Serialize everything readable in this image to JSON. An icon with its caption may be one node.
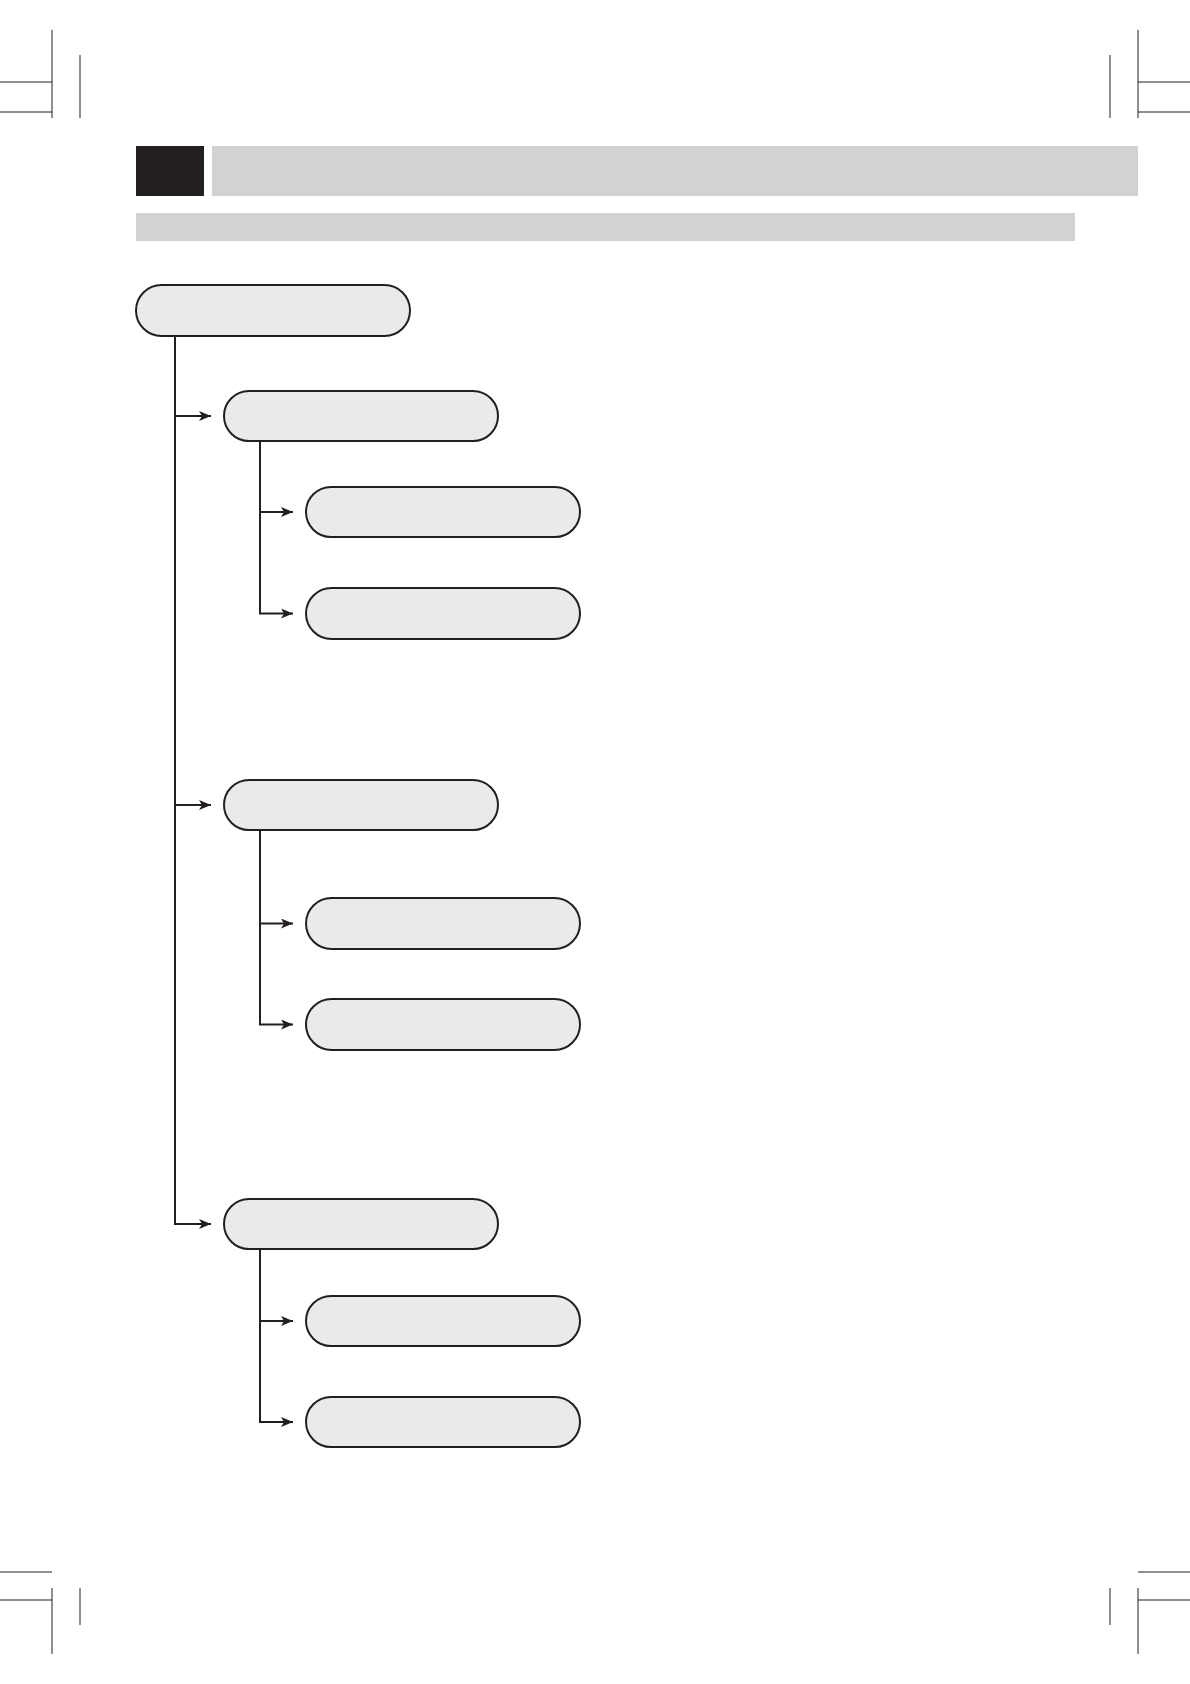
{
  "diagram": {
    "nodes": [
      {
        "text": [],
        "shape": "box"
      },
      {
        "text": [],
        "shape": "box"
      },
      {
        "text": [],
        "shape": "box"
      },
      {
        "text": [],
        "shape": "box"
      },
      {
        "text": [],
        "shape": "box"
      },
      {
        "text": [],
        "shape": "box"
      },
      {
        "text": [],
        "shape": "box"
      },
      {
        "text": [],
        "shape": "box"
      },
      {
        "text": [],
        "shape": "box"
      },
      {
        "text": [],
        "shape": "box"
      }
    ],
    "edges": [
      {
        "from": 0,
        "to": 1,
        "arrow": "to"
      },
      {
        "from": 1,
        "to": 2,
        "arrow": "to"
      },
      {
        "from": 1,
        "to": 3,
        "arrow": "to"
      },
      {
        "from": 0,
        "to": 4,
        "arrow": "to"
      },
      {
        "from": 4,
        "to": 5,
        "arrow": "to"
      },
      {
        "from": 4,
        "to": 6,
        "arrow": "to"
      },
      {
        "from": 0,
        "to": 7,
        "arrow": "to"
      },
      {
        "from": 7,
        "to": 8,
        "arrow": "to"
      },
      {
        "from": 7,
        "to": 9,
        "arrow": "to"
      }
    ]
  }
}
